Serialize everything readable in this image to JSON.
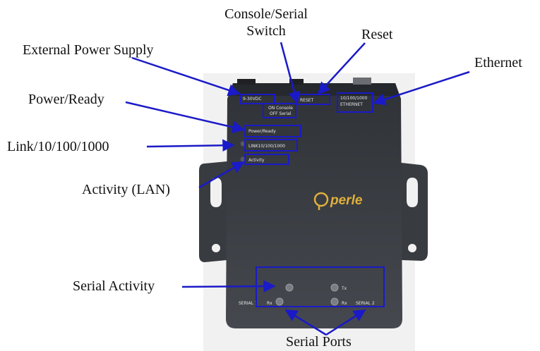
{
  "colors": {
    "annotation": "#1a1ac8",
    "device_body": "#3a3d42",
    "device_top": "#2e3136",
    "logo": "#e0b03a"
  },
  "callouts": {
    "console_serial_line1": "Console/Serial",
    "console_serial_line2": "Switch",
    "reset": "Reset",
    "external_power": "External Power Supply",
    "ethernet": "Ethernet",
    "power_ready": "Power/Ready",
    "link": "Link/10/100/1000",
    "activity_lan": "Activity (LAN)",
    "serial_activity": "Serial Activity",
    "serial_ports": "Serial Ports"
  },
  "device": {
    "logo": "perle",
    "labels": {
      "power": "9-30VDC",
      "console_on": "ON Console",
      "console_off": "OFF Serial",
      "reset": "RESET",
      "ethernet_line1": "10/100/1000",
      "ethernet_line2": "ETHERNET",
      "power_ready": "Power/Ready",
      "link": "LINK10/100/1000",
      "activity": "Activity",
      "serial1": "SERIAL 1",
      "rx1": "Rx",
      "tx": "Tx",
      "rx2": "Rx",
      "serial2": "SERIAL 2"
    }
  }
}
